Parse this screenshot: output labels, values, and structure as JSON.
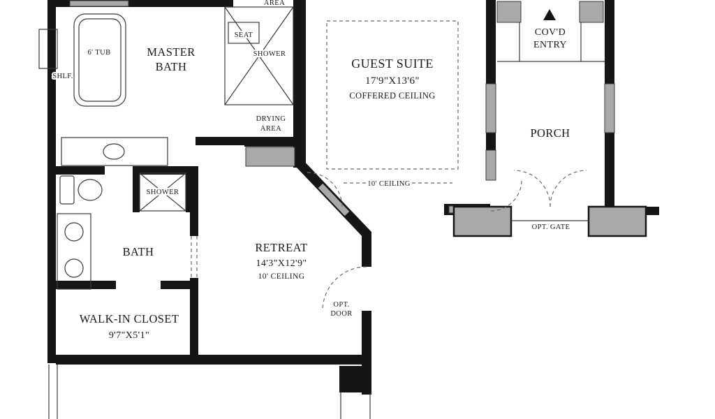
{
  "labels": {
    "area_cut": "AREA",
    "shlf": "SHLF.",
    "tub": "6' TUB",
    "master1": "MASTER",
    "master2": "BATH",
    "seat": "SEAT",
    "master_shower": "SHOWER",
    "drying1": "DRYING",
    "drying2": "AREA",
    "guest_title": "GUEST SUITE",
    "guest_dims": "17'9\"X13'6\"",
    "guest_ceiling": "COFFERED CEILING",
    "covd1": "COV'D",
    "covd2": "ENTRY",
    "porch": "PORCH",
    "opt_gate": "OPT. GATE",
    "hall_ceiling": "10' CEILING",
    "bath_shower": "SHOWER",
    "bath": "BATH",
    "retreat_title": "RETREAT",
    "retreat_dims": "14'3\"X12'9\"",
    "retreat_ceiling": "10' CEILING",
    "opt_door1": "OPT.",
    "opt_door2": "DOOR",
    "closet_title": "WALK-IN CLOSET",
    "closet_dims": "9'7\"X5'1\""
  },
  "colors": {
    "wall": "#151515",
    "window_fill": "#a9a9a9",
    "line": "#3a3a3a",
    "dash": "#6b6b6b",
    "text": "#1a1a1a",
    "background": "#ffffff"
  }
}
